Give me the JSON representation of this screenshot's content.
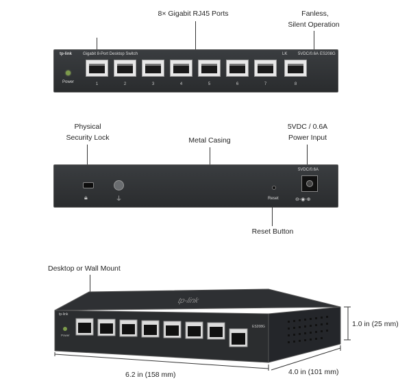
{
  "front": {
    "ports_label": "8× Gigabit RJ45 Ports",
    "fanless_label_1": "Fanless,",
    "fanless_label_2": "Silent Operation",
    "brand": "tp-link",
    "device_desc": "Gigabit 8-Port Desktop Switch",
    "lk_label": "LK",
    "power_spec": "5VDC/0.6A",
    "model": "ES208G",
    "power_led_label": "Power",
    "port_numbers": [
      "1",
      "2",
      "3",
      "4",
      "5",
      "6",
      "7",
      "8"
    ]
  },
  "back": {
    "lock_label_1": "Physical",
    "lock_label_2": "Security Lock",
    "casing_label": "Metal Casing",
    "power_label_1": "5VDC / 0.6A",
    "power_label_2": "Power Input",
    "reset_label": "Reset",
    "reset_button_label": "Reset Button",
    "power_port_text": "5VDC/0.6A"
  },
  "angled": {
    "mount_label": "Desktop or Wall Mount",
    "height_label": "1.0 in (25 mm)",
    "width_label": "6.2 in (158 mm)",
    "depth_label": "4.0 in (101 mm)",
    "brand": "tp-link",
    "model": "ES208G",
    "power_led_label": "Power"
  }
}
